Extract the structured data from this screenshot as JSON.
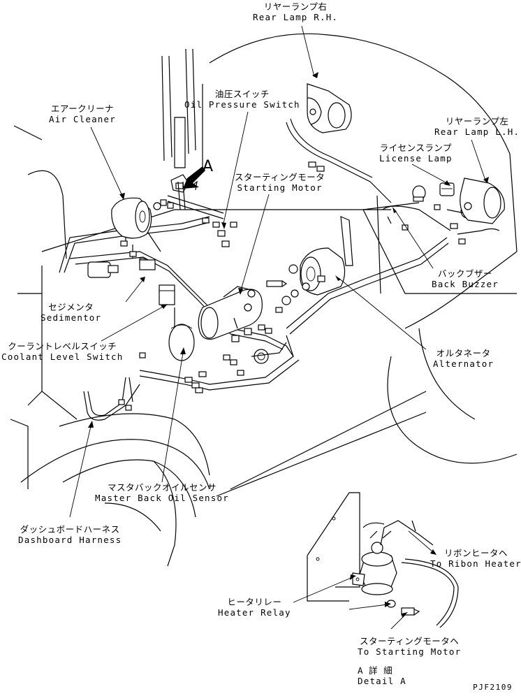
{
  "labels": {
    "rear_lamp_rh": {
      "jp": "リヤーランプ右",
      "en": "Rear Lamp R.H."
    },
    "rear_lamp_lh": {
      "jp": "リヤーランプ左",
      "en": "Rear Lamp L.H."
    },
    "oil_pressure_switch": {
      "jp": "油圧スイッチ",
      "en": "Oil Pressure Switch"
    },
    "air_cleaner": {
      "jp": "エアークリーナ",
      "en": "Air Cleaner"
    },
    "license_lamp": {
      "jp": "ライセンスランプ",
      "en": "License Lamp"
    },
    "starting_motor": {
      "jp": "スターティングモータ",
      "en": "Starting Motor"
    },
    "back_buzzer": {
      "jp": "バックブザー",
      "en": "Back Buzzer"
    },
    "sedimentor": {
      "jp": "セジメンタ",
      "en": "Sedimentor"
    },
    "coolant_level_switch": {
      "jp": "クーラントレベルスイッチ",
      "en": "Coolant Level Switch"
    },
    "alternator": {
      "jp": "オルタネータ",
      "en": "Alternator"
    },
    "master_back_oil_sensor": {
      "jp": "マスタバックオイルセンサ",
      "en": "Master Back Oil Sensor"
    },
    "dashboard_harness": {
      "jp": "ダッシュボードハーネス",
      "en": "Dashboard Harness"
    },
    "to_ribon_heater": {
      "jp": "リボンヒータヘ",
      "en": "To Ribon Heater"
    },
    "heater_relay": {
      "jp": "ヒータリレー",
      "en": "Heater Relay"
    },
    "to_starting_motor": {
      "jp": "スターティングモータヘ",
      "en": "To Starting Motor"
    },
    "detail_a": {
      "jp": "A 詳 細",
      "en": "Detail A"
    }
  },
  "view_marker": "A",
  "drawing_code": "PJF2109"
}
